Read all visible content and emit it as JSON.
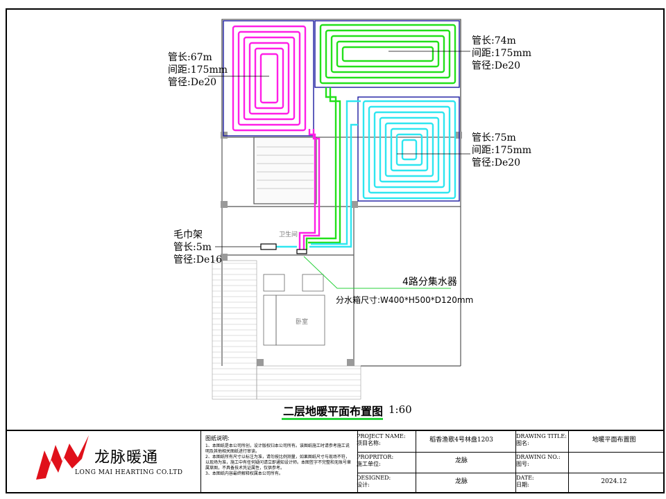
{
  "drawing": {
    "plan_title": "二层地暖平面布置图",
    "scale": "1:60",
    "room_bath": "卫生间",
    "room_bed": "卧室"
  },
  "loops": [
    {
      "id": "magenta",
      "color": "#ff1ee6",
      "length": "管长:67m",
      "spacing": "间距:175mm",
      "diameter": "管径:De20"
    },
    {
      "id": "green",
      "color": "#22e01a",
      "length": "管长:74m",
      "spacing": "间距:175mm",
      "diameter": "管径:De20"
    },
    {
      "id": "cyan",
      "color": "#2ee6f0",
      "length": "管长:75m",
      "spacing": "间距:175mm",
      "diameter": "管径:De20"
    }
  ],
  "towel_rack": {
    "name": "毛巾架",
    "length": "管长:5m",
    "diameter": "管径:De16"
  },
  "manifold": {
    "title": "4路分集水器",
    "size": "分水箱尺寸:W400*H500*D120mm"
  },
  "title_block": {
    "company_cn": "龙脉暖通",
    "company_en": "LONG MAI HEARTING CO.LTD",
    "notes_title": "图纸说明:",
    "notes": [
      "1、本图纸是本公司所创，设计版权归本公司所有。该图纸施工时请参考施工说明及其他相关图纸进行审读。",
      "2、本图纸所有尺寸以标注为准，请勿按比例测量，如果图纸尺寸与现场不符，以现场为准，施工中有任何疑问请立即通知设计师。本图签字不完整和无账号章属草图，不具备技术凭证属性，仅供参考。",
      "3、本图纸内容最终解释权属本公司所有。"
    ],
    "project_name_label": "PROJECT NAME:\n项目名称:",
    "project_name": "稻香渔歌4号林盘1203",
    "proprietor_label": "PROPRITOR:\n施工单位:",
    "proprietor": "龙脉",
    "designed_label": "DESIGNED:\n设计:",
    "designed": "龙脉",
    "drawing_title_label": "DRAWING TITLE:\n图名:",
    "drawing_title": "地暖平面布置图",
    "drawing_no_label": "DRAWING NO.:\n图号:",
    "drawing_no": "",
    "date_label": "DATE:\n日期:",
    "date": "2024.12"
  }
}
